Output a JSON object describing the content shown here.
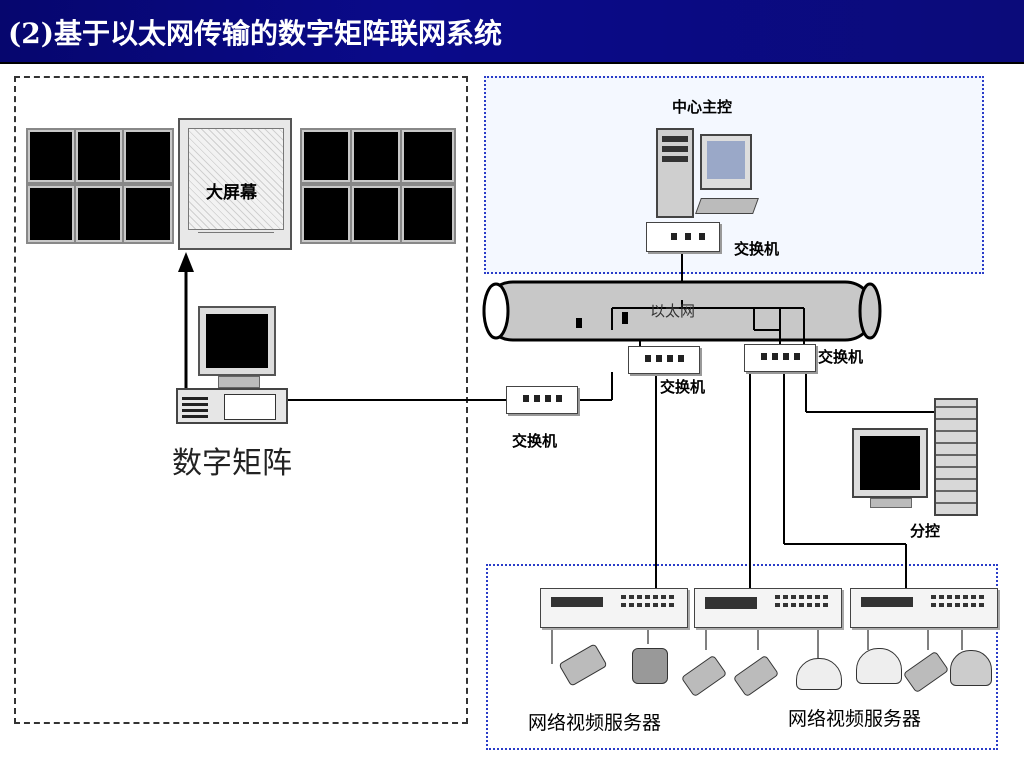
{
  "slide": {
    "title": "(2)基于以太网传输的数字矩阵联网系统"
  },
  "diagram": {
    "big_screen_label": "大屏幕",
    "matrix_label": "数字矩阵",
    "center_control_label": "中心主控",
    "ethernet_label": "以太网",
    "switch_top_label": "交换机",
    "switch_mid_label": "交换机",
    "switch_right_label": "交换机",
    "switch_left_label": "交换机",
    "sub_control_label": "分控",
    "nvr_left_label": "网络视频服务器",
    "nvr_right_label": "网络视频服务器"
  }
}
